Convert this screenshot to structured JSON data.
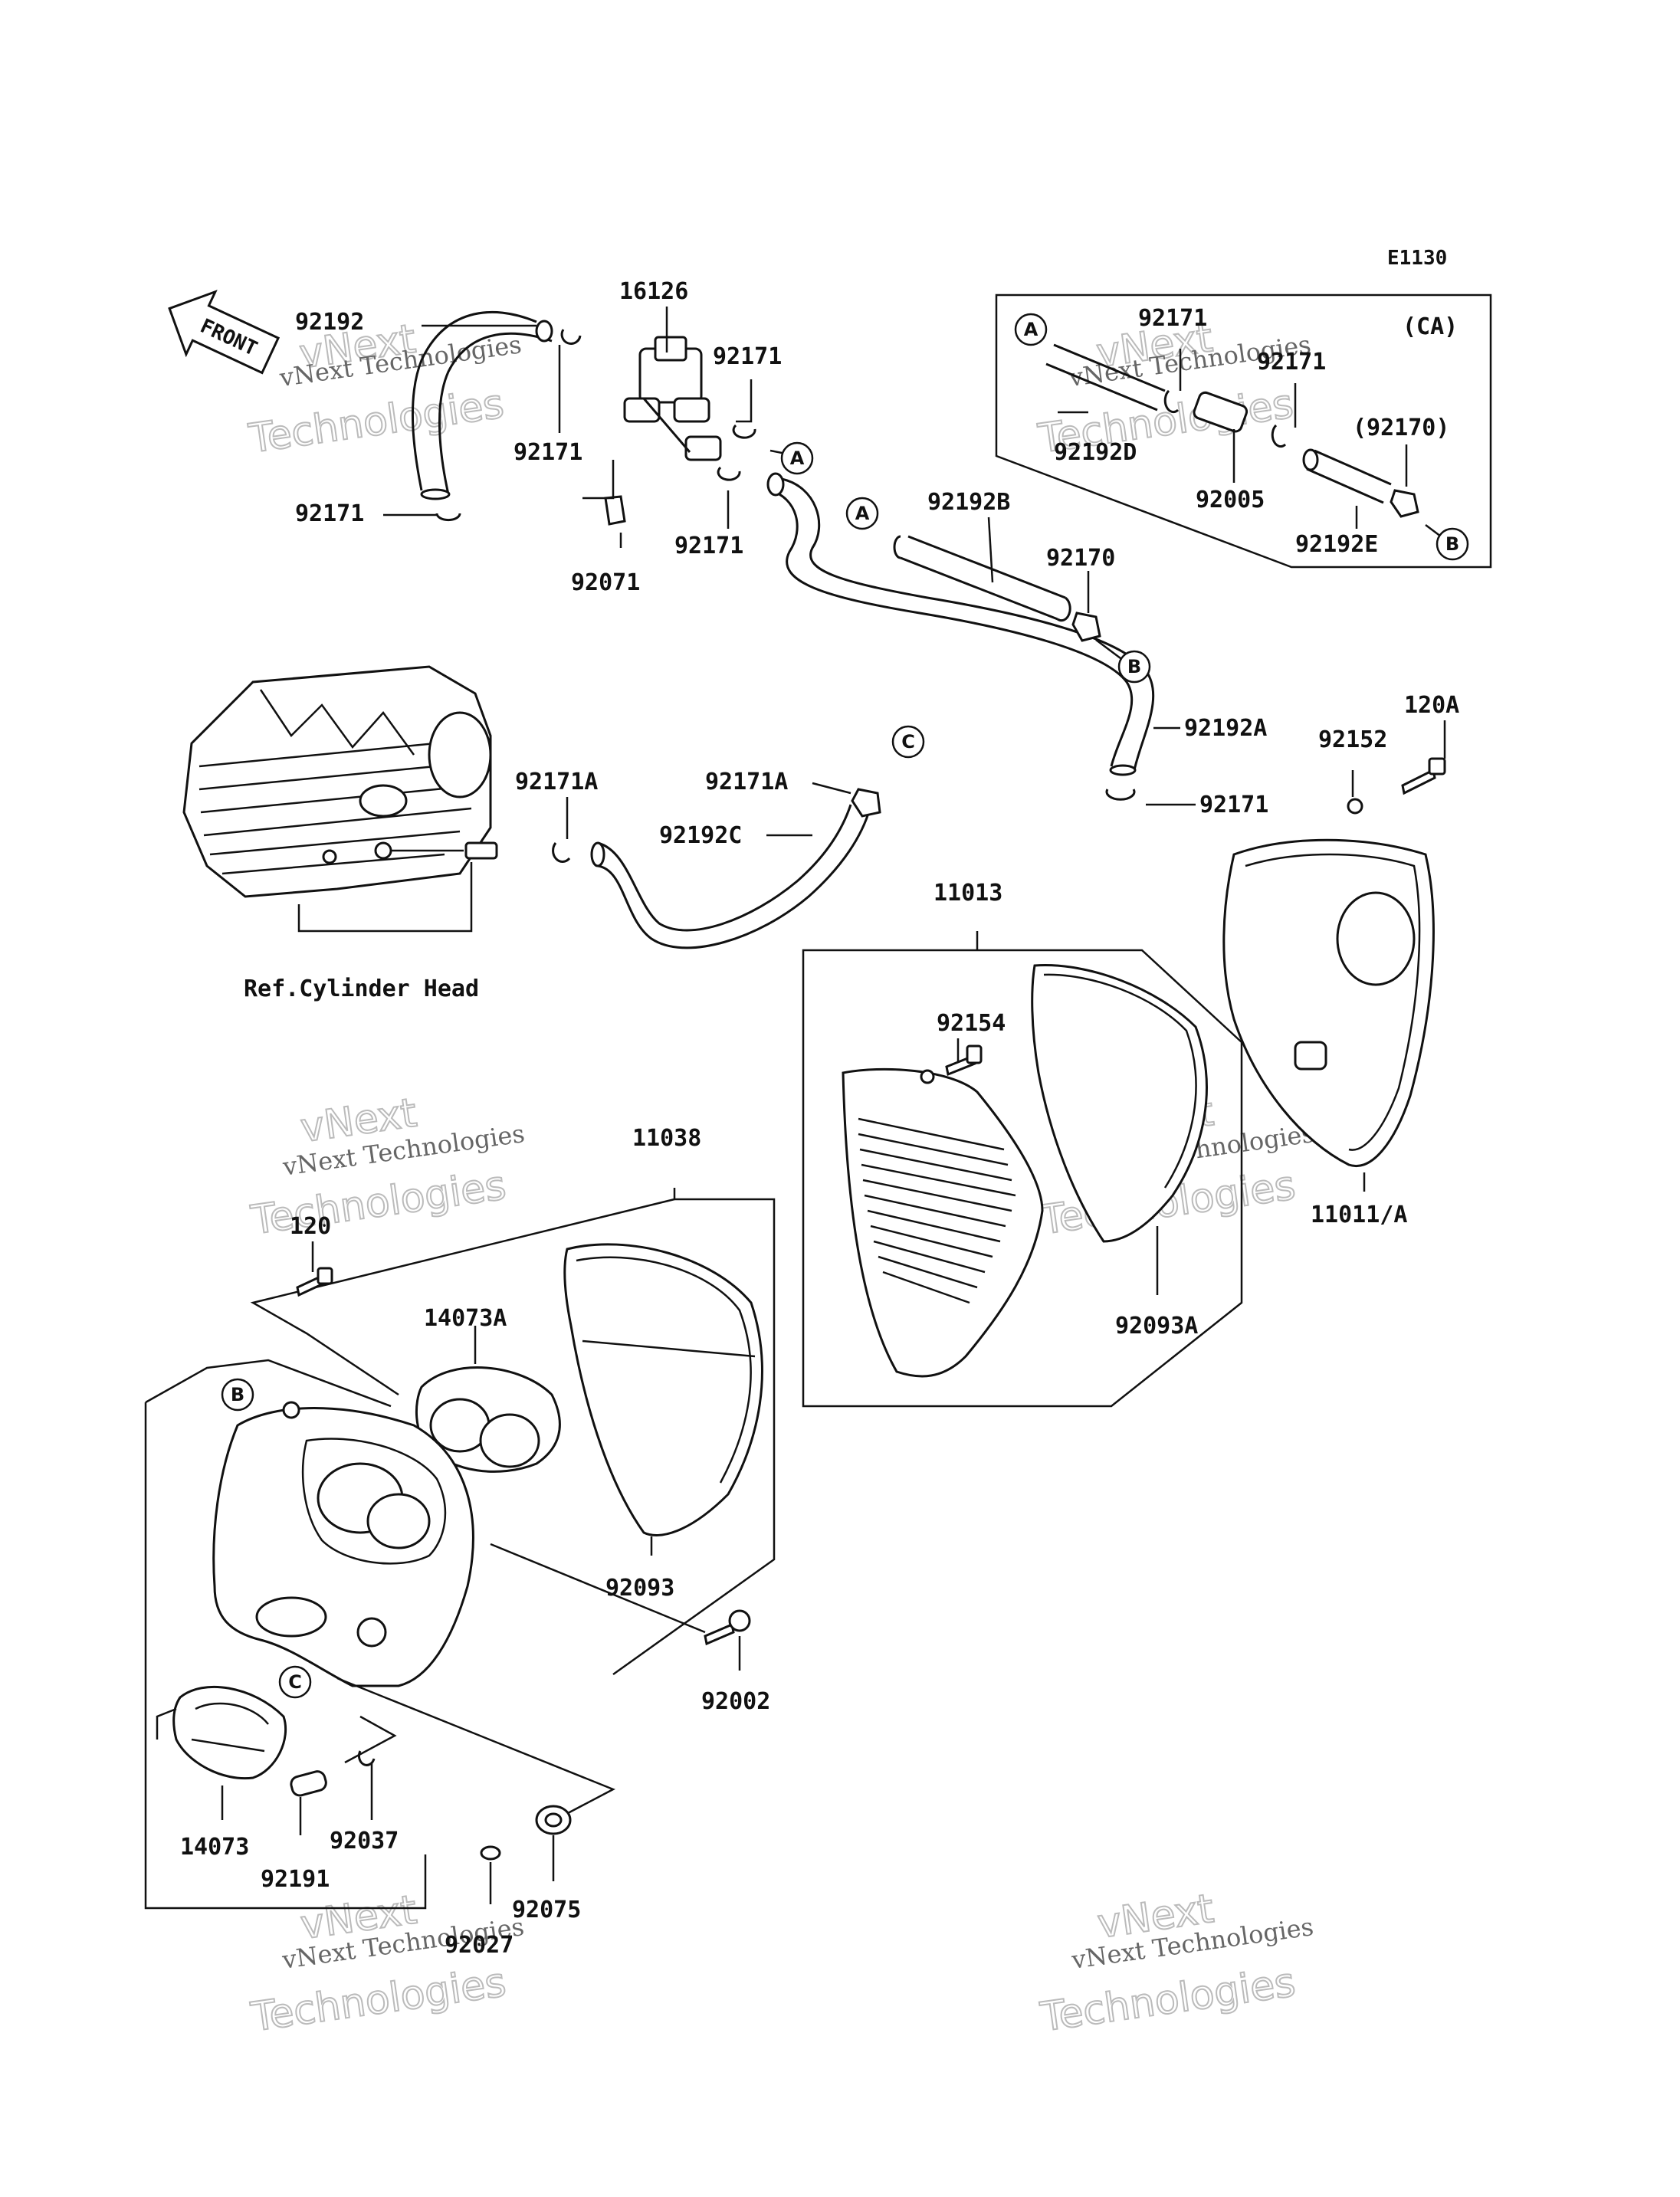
{
  "diagram_code": "E1130",
  "front_label": "FRONT",
  "region_label": "(CA)",
  "ref_label": "Ref.Cylinder Head",
  "part_numbers": {
    "p16126": "16126",
    "p92192": "92192",
    "p92171_a": "92171",
    "p92171_b": "92171",
    "p92171_c": "92171",
    "p92171_d": "92171",
    "p92171_e": "92171",
    "p92171_f": "92171",
    "p92171_g": "92171",
    "p92071": "92071",
    "p92192B": "92192B",
    "p92170": "92170",
    "p92192A": "92192A",
    "p92192D": "92192D",
    "p92005": "92005",
    "p92170_paren": "(92170)",
    "p92192E": "92192E",
    "p92171A_a": "92171A",
    "p92171A_b": "92171A",
    "p92192C": "92192C",
    "p120A": "120A",
    "p92152": "92152",
    "p11013": "11013",
    "p92154": "92154",
    "p11011A": "11011/A",
    "p92093A": "92093A",
    "p11038": "11038",
    "p120": "120",
    "p14073A": "14073A",
    "p92093": "92093",
    "p92002": "92002",
    "p14073": "14073",
    "p92037": "92037",
    "p92191": "92191",
    "p92027": "92027",
    "p92075": "92075"
  },
  "callouts": {
    "A": "A",
    "B": "B",
    "C": "C"
  },
  "watermark": {
    "line1": "vNext",
    "line2": "vNext Technologies",
    "line3": "Technologies"
  }
}
